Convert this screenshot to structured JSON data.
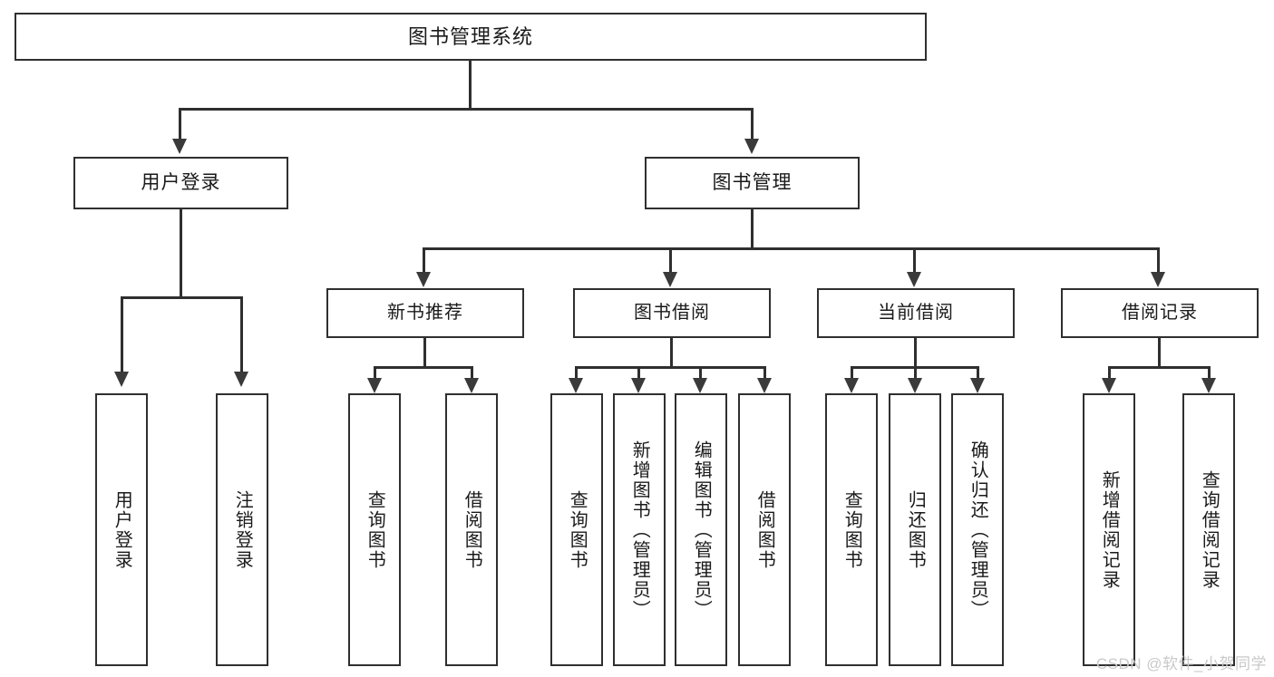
{
  "diagram": {
    "title": "图书管理系统",
    "type": "tree-hierarchy-diagram",
    "root": {
      "label": "图书管理系统"
    },
    "level2": [
      {
        "id": "user-login",
        "label": "用户登录"
      },
      {
        "id": "book-management",
        "label": "图书管理"
      }
    ],
    "level3": [
      {
        "id": "new-book-recommend",
        "label": "新书推荐",
        "parent": "book-management"
      },
      {
        "id": "book-borrow",
        "label": "图书借阅",
        "parent": "book-management"
      },
      {
        "id": "current-borrow",
        "label": "当前借阅",
        "parent": "book-management"
      },
      {
        "id": "borrow-record",
        "label": "借阅记录",
        "parent": "book-management"
      }
    ],
    "leaves": [
      {
        "id": "leaf-user-login",
        "label": "用户登录",
        "parent": "user-login"
      },
      {
        "id": "leaf-logout-login",
        "label": "注销登录",
        "parent": "user-login"
      },
      {
        "id": "leaf-query-book-1",
        "label": "查询图书",
        "parent": "new-book-recommend"
      },
      {
        "id": "leaf-borrow-book-1",
        "label": "借阅图书",
        "parent": "new-book-recommend"
      },
      {
        "id": "leaf-query-book-2",
        "label": "查询图书",
        "parent": "book-borrow"
      },
      {
        "id": "leaf-add-book-admin",
        "label": "新增图书（管理员）",
        "parent": "book-borrow"
      },
      {
        "id": "leaf-edit-book-admin",
        "label": "编辑图书（管理员）",
        "parent": "book-borrow"
      },
      {
        "id": "leaf-borrow-book-2",
        "label": "借阅图书",
        "parent": "book-borrow"
      },
      {
        "id": "leaf-query-book-3",
        "label": "查询图书",
        "parent": "current-borrow"
      },
      {
        "id": "leaf-return-book",
        "label": "归还图书",
        "parent": "current-borrow"
      },
      {
        "id": "leaf-confirm-return-admin",
        "label": "确认归还（管理员）",
        "parent": "current-borrow"
      },
      {
        "id": "leaf-add-borrow-record",
        "label": "新增借阅记录",
        "parent": "borrow-record"
      },
      {
        "id": "leaf-query-borrow-record",
        "label": "查询借阅记录",
        "parent": "borrow-record"
      }
    ]
  },
  "watermark": {
    "text": "CSDN @软件_小贺同学"
  },
  "colors": {
    "stroke": "#2f2f2f",
    "background": "#ffffff",
    "text": "#1a1a1a",
    "watermark": "#c9c9c9"
  }
}
